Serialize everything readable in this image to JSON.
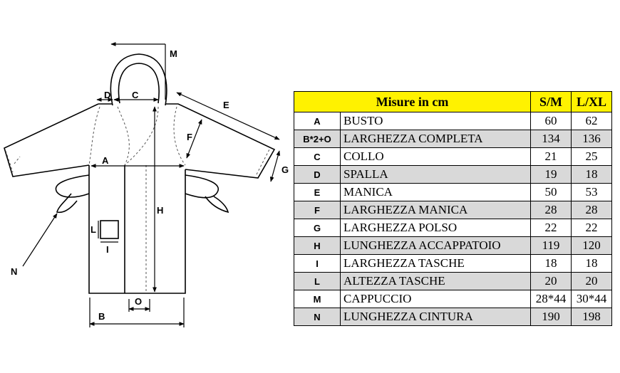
{
  "diagram": {
    "labels": {
      "A": "A",
      "B": "B",
      "C": "C",
      "D": "D",
      "E": "E",
      "F": "F",
      "G": "G",
      "H": "H",
      "I": "I",
      "L": "L",
      "M": "M",
      "N": "N",
      "O": "O"
    }
  },
  "table": {
    "header": {
      "title": "Misure in cm",
      "sm": "S/M",
      "lxl": "L/XL"
    },
    "header_color": "#fff200",
    "shade_color": "#d9d9d9",
    "rows": [
      {
        "code": "A",
        "name": "BUSTO",
        "sm": "60",
        "lxl": "62"
      },
      {
        "code": "B*2+O",
        "name": "LARGHEZZA COMPLETA",
        "sm": "134",
        "lxl": "136"
      },
      {
        "code": "C",
        "name": "COLLO",
        "sm": "21",
        "lxl": "25"
      },
      {
        "code": "D",
        "name": "SPALLA",
        "sm": "19",
        "lxl": "18"
      },
      {
        "code": "E",
        "name": "MANICA",
        "sm": "50",
        "lxl": "53"
      },
      {
        "code": "F",
        "name": "LARGHEZZA MANICA",
        "sm": "28",
        "lxl": "28"
      },
      {
        "code": "G",
        "name": "LARGHEZZA POLSO",
        "sm": "22",
        "lxl": "22"
      },
      {
        "code": "H",
        "name": "LUNGHEZZA ACCAPPATOIO",
        "sm": "119",
        "lxl": "120"
      },
      {
        "code": "I",
        "name": "LARGHEZZA TASCHE",
        "sm": "18",
        "lxl": "18"
      },
      {
        "code": "L",
        "name": "ALTEZZA TASCHE",
        "sm": "20",
        "lxl": "20"
      },
      {
        "code": "M",
        "name": "CAPPUCCIO",
        "sm": "28*44",
        "lxl": "30*44"
      },
      {
        "code": "N",
        "name": "LUNGHEZZA CINTURA",
        "sm": "190",
        "lxl": "198"
      }
    ]
  }
}
